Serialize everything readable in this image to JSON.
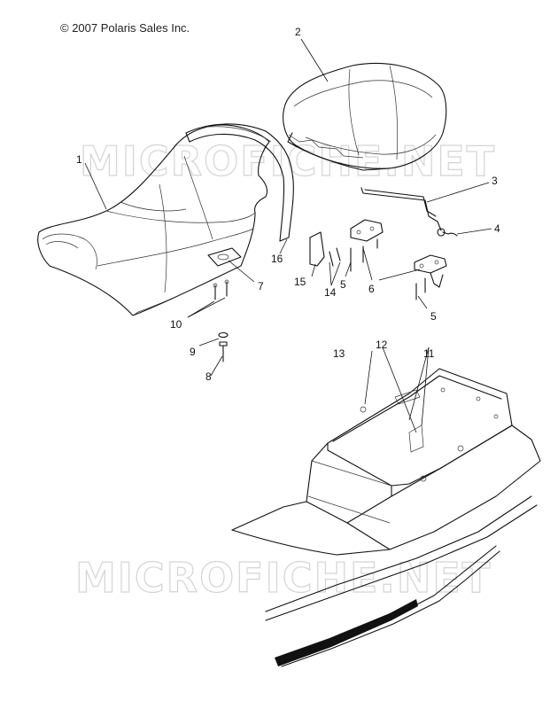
{
  "copyright": "© 2007 Polaris Sales Inc.",
  "watermark": "MICROFICHE.NET",
  "callouts": [
    {
      "id": "c1",
      "label": "1"
    },
    {
      "id": "c2",
      "label": "2"
    },
    {
      "id": "c3",
      "label": "3"
    },
    {
      "id": "c4",
      "label": "4"
    },
    {
      "id": "c5a",
      "label": "5"
    },
    {
      "id": "c5b",
      "label": "5"
    },
    {
      "id": "c6",
      "label": "6"
    },
    {
      "id": "c7",
      "label": "7"
    },
    {
      "id": "c8",
      "label": "8"
    },
    {
      "id": "c9",
      "label": "9"
    },
    {
      "id": "c10",
      "label": "10"
    },
    {
      "id": "c11",
      "label": "11"
    },
    {
      "id": "c12",
      "label": "12"
    },
    {
      "id": "c13",
      "label": "13"
    },
    {
      "id": "c14",
      "label": "14"
    },
    {
      "id": "c15",
      "label": "15"
    },
    {
      "id": "c16",
      "label": "16"
    }
  ]
}
